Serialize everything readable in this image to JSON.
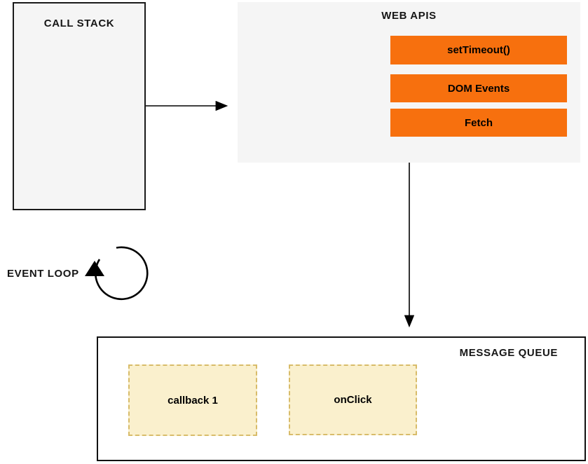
{
  "diagram": {
    "call_stack": {
      "label": "CALL STACK"
    },
    "web_apis": {
      "label": "WEB APIS",
      "items": [
        {
          "label": "setTimeout()"
        },
        {
          "label": "DOM Events"
        },
        {
          "label": "Fetch"
        }
      ]
    },
    "event_loop": {
      "label": "EVENT LOOP"
    },
    "message_queue": {
      "label": "MESSAGE QUEUE",
      "items": [
        {
          "label": "callback 1"
        },
        {
          "label": "onClick"
        }
      ]
    },
    "arrows": [
      {
        "name": "call-stack-to-web-apis",
        "direction": "right"
      },
      {
        "name": "web-apis-to-message-queue",
        "direction": "down"
      },
      {
        "name": "event-loop-cycle",
        "direction": "circular"
      }
    ],
    "colors": {
      "panel_bg": "#f5f5f5",
      "box_border": "#1a1a1a",
      "api_item_bg": "#f7700e",
      "queue_item_bg": "#faf0cd",
      "queue_item_border": "#d8bc6a",
      "line": "#000000"
    }
  }
}
